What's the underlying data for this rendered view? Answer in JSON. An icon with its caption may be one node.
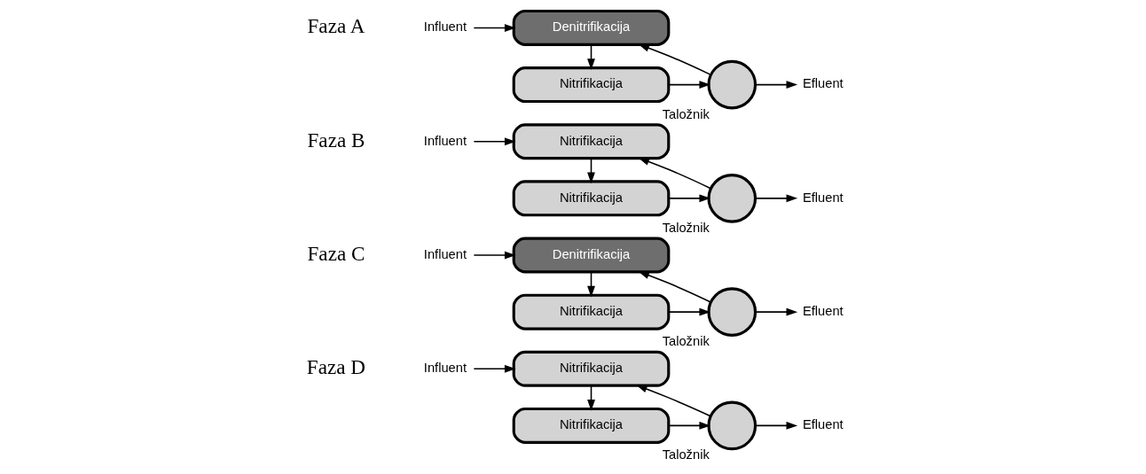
{
  "diagram": {
    "nodes": [
      {
        "text": [
          "Influent"
        ]
      },
      {
        "text": [
          "Denitrifikacija"
        ]
      },
      {
        "text": [
          "Nitrifikacija"
        ]
      },
      {
        "text": [
          "Taložnik"
        ]
      },
      {
        "text": [
          "Efluent"
        ]
      },
      {
        "text": [
          "Influent"
        ]
      },
      {
        "text": [
          "Nitrifikacija"
        ]
      },
      {
        "text": [
          "Nitrifikacija"
        ]
      },
      {
        "text": [
          "Taložnik"
        ]
      },
      {
        "text": [
          "Efluent"
        ]
      },
      {
        "text": [
          "Influent"
        ]
      },
      {
        "text": [
          "Nitrifikacija"
        ]
      },
      {
        "text": [
          "Denitrifikacija"
        ]
      },
      {
        "text": [
          "Taložnik"
        ]
      },
      {
        "text": [
          "Efluent"
        ]
      },
      {
        "text": [
          "Influent"
        ]
      },
      {
        "text": [
          "Nitrifikacija"
        ]
      },
      {
        "text": [
          "Nitrifikacija"
        ]
      },
      {
        "text": [
          "Taložnik"
        ]
      },
      {
        "text": [
          "Efluent"
        ]
      }
    ],
    "edges": [
      {
        "from": 0,
        "to": 1,
        "arrow": "to"
      },
      {
        "from": 1,
        "to": 2,
        "arrow": "to"
      },
      {
        "from": 2,
        "to": 3,
        "arrow": "to"
      },
      {
        "from": 3,
        "to": 4,
        "arrow": "to"
      },
      {
        "from": 3,
        "to": 1,
        "arrow": "to"
      },
      {
        "from": 5,
        "to": 6,
        "arrow": "to"
      },
      {
        "from": 6,
        "to": 7,
        "arrow": "to"
      },
      {
        "from": 7,
        "to": 8,
        "arrow": "to"
      },
      {
        "from": 8,
        "to": 9,
        "arrow": "to"
      },
      {
        "from": 8,
        "to": 6,
        "arrow": "to"
      },
      {
        "from": 10,
        "to": 12,
        "arrow": "to"
      },
      {
        "from": 12,
        "to": 11,
        "arrow": "to"
      },
      {
        "from": 11,
        "to": 13,
        "arrow": "to"
      },
      {
        "from": 13,
        "to": 14,
        "arrow": "to"
      },
      {
        "from": 13,
        "to": 12,
        "arrow": "to"
      },
      {
        "from": 15,
        "to": 17,
        "arrow": "to"
      },
      {
        "from": 17,
        "to": 16,
        "arrow": "to"
      },
      {
        "from": 16,
        "to": 18,
        "arrow": "to"
      },
      {
        "from": 18,
        "to": 19,
        "arrow": "to"
      },
      {
        "from": 18,
        "to": 17,
        "arrow": "to"
      }
    ],
    "labels": [
      "Faza A",
      "Faza B",
      "Faza C",
      "Faza D"
    ]
  }
}
